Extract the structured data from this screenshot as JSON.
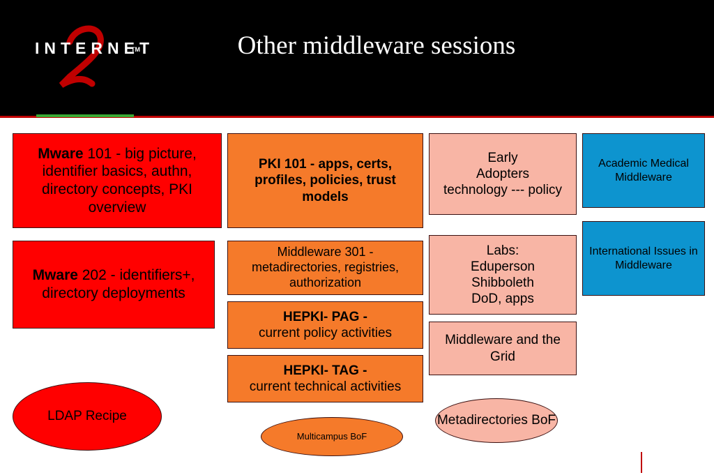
{
  "slide": {
    "title": "Other middleware sessions",
    "logo": {
      "text": "INTERNET",
      "tm": "TM",
      "numeral": "2"
    }
  },
  "colors": {
    "red": "#ff0000",
    "orange": "#f57a2a",
    "pink": "#f8b5a5",
    "blue": "#0d94cf",
    "header": "#000000"
  },
  "sessions": {
    "mware101": {
      "bold": "Mware",
      "text": " 101 - big picture, identifier basics, authn, directory concepts, PKI overview"
    },
    "mware202": {
      "bold": "Mware",
      "text": " 202 - identifiers+, directory deployments"
    },
    "ldap": {
      "text": "LDAP Recipe"
    },
    "pki101": {
      "text": "PKI 101 - apps, certs, profiles, policies, trust models"
    },
    "mw301": {
      "text": "Middleware 301  - metadirectories, registries, authorization"
    },
    "hepkiPag": {
      "bold": "HEPKI- PAG -",
      "text": "current policy activities"
    },
    "hepkiTag": {
      "bold": "HEPKI- TAG -",
      "text": "current technical activities"
    },
    "multicampus": {
      "text": "Multicampus BoF"
    },
    "early": {
      "line1": "Early",
      "line2": "Adopters",
      "line3": "technology  --- policy"
    },
    "labs": {
      "line1": "Labs:",
      "line2": "Eduperson",
      "line3": "Shibboleth",
      "line4": "DoD, apps"
    },
    "grid": {
      "text": "Middleware and the Grid"
    },
    "metadir": {
      "text": "Metadirectories BoF"
    },
    "medical": {
      "text": "Academic Medical Middleware"
    },
    "intl": {
      "text": "International Issues in Middleware"
    }
  }
}
